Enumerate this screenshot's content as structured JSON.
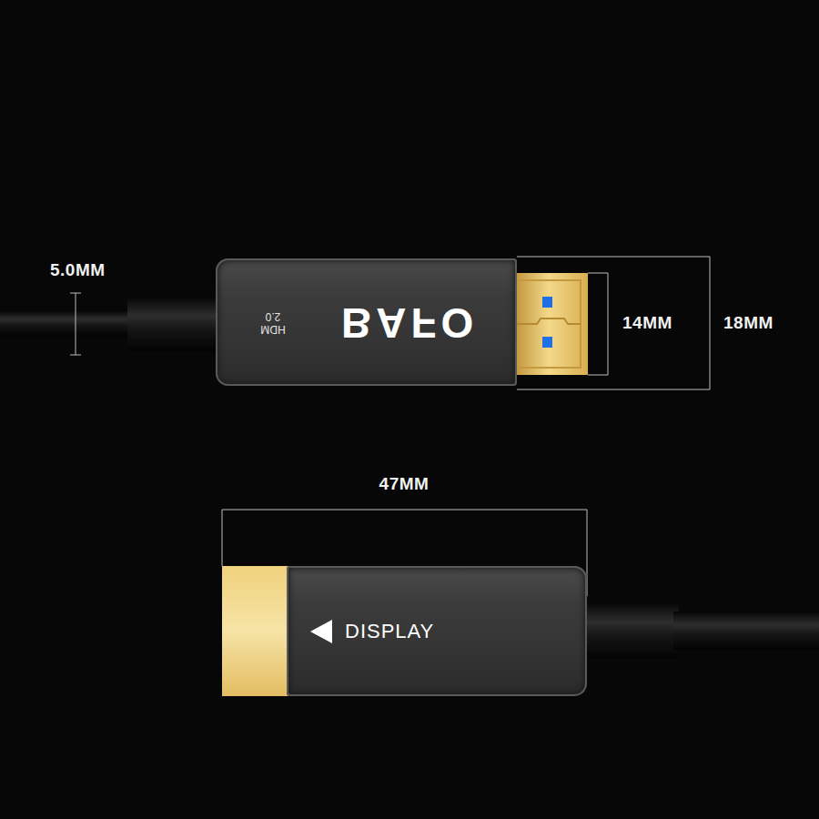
{
  "diagram": {
    "nodes": [
      {
        "text": [
          "HDM 2.0",
          "BAFO"
        ]
      },
      {
        "text": [
          "DISPLAY"
        ]
      }
    ],
    "labels": [
      "5.0MM",
      "14MM",
      "18MM",
      "47MM"
    ]
  }
}
